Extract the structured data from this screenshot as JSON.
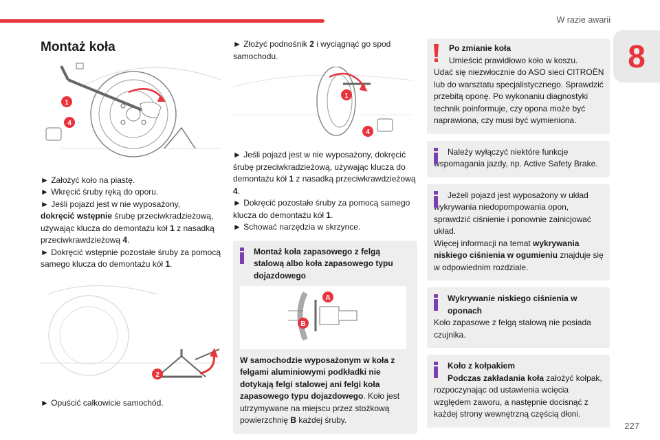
{
  "header": {
    "section_title": "W razie awarii",
    "chapter_number": "8",
    "accent_color": "#e8343c"
  },
  "page_number": "227",
  "col1": {
    "title": "Montaż koła",
    "fig1_labels": {
      "l1": "1",
      "l4": "4"
    },
    "steps1": [
      "► Założyć koło na piastę.",
      "► Wkręcić śruby ręką do oporu."
    ],
    "step3_a": "► Jeśli pojazd jest w nie wyposażony,",
    "step3_bold": "dokręcić wstępnie",
    "step3_b": " śrubę przeciwkradzieżową, używając klucza do demontażu kół ",
    "step3_n1": "1",
    "step3_c": " z nasadką przeciwkrawdzieżową ",
    "step3_n4": "4",
    "step3_d": ".",
    "step4_a": "► Dokręcić wstępnie pozostałe śruby za pomocą samego klucza do demontażu kół ",
    "step4_n1": "1",
    "step4_d": ".",
    "fig2_labels": {
      "l2": "2"
    },
    "step5": "► Opuścić całkowicie samochód."
  },
  "col2": {
    "step1_a": "► Złożyć podnośnik ",
    "step1_n2": "2",
    "step1_b": " i wyciągnąć go spod samochodu.",
    "fig_labels": {
      "l1": "1",
      "l4": "4"
    },
    "step2_a": "► Jeśli pojazd jest w nie wyposażony, dokręcić śrubę przeciwkradzieżową, używając klucza do demontażu kół ",
    "step2_n1": "1",
    "step2_b": " z nasadką przeciwkrawdzieżową ",
    "step2_n4": "4",
    "step2_c": ".",
    "step3_a": "► Dokręcić pozostałe śruby za pomocą samego klucza do demontażu kół ",
    "step3_n1": "1",
    "step3_b": ".",
    "step4": "► Schować narzędzia w skrzynce.",
    "info_title": "Montaż koła zapasowego z felgą stalową albo koła zapasowego typu dojazdowego",
    "bolt_labels": {
      "A": "A",
      "B": "B"
    },
    "info_bold": "W samochodzie wyposażonym w koła z felgami aluminiowymi podkładki nie dotykają felgi stalowej ani felgi koła zapasowego typu dojazdowego",
    "info_text_a": ". Koło jest utrzymywane na miejscu przez stożkową powierzchnię ",
    "info_B": "B",
    "info_text_b": " każdej śruby."
  },
  "col3": {
    "warn_title": "Po zmianie koła",
    "warn_line1": "Umieścić prawidłowo koło w koszu.",
    "warn_rest": "Udać się niezwłocznie do ASO sieci CITROËN lub do warsztatu specjalistycznego. Sprawdzić przebitą oponę. Po wykonaniu diagnostyki technik poinformuje, czy opona może być naprawiona, czy musi być wymieniona.",
    "info1": "Należy wyłączyć niektóre funkcje wspomagania jazdy, np. Active Safety Brake.",
    "info2_a": "Jeżeli pojazd jest wyposażony w układ wykrywania niedopompowania opon, sprawdzić ciśnienie i ponownie zainicjować układ.",
    "info2_b": "Więcej informacji na temat ",
    "info2_bold": "wykrywania niskiego ciśnienia w ogumieniu",
    "info2_c": " znajduje się w odpowiednim rozdziale.",
    "info3_title": "Wykrywanie niskiego ciśnienia w oponach",
    "info3_text": "Koło zapasowe z felgą stalową nie posiada czujnika.",
    "info4_title": "Koło z kołpakiem",
    "info4_bold": "Podczas zakładania koła",
    "info4_text": " założyć kołpak, rozpoczynając od ustawienia wcięcia względem zaworu, a następnie docisnąć z każdej strony wewnętrzną częścią dłoni."
  }
}
